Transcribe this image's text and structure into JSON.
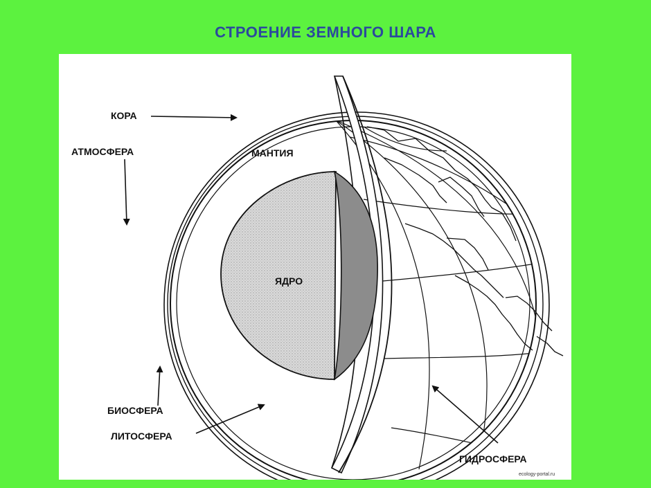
{
  "title": "СТРОЕНИЕ  ЗЕМНОГО ШАРА",
  "labels": {
    "crust": "КОРА",
    "atmosphere": "АТМОСФЕРА",
    "mantle": "МАНТИЯ",
    "core": "ЯДРО",
    "biosphere": "БИОСФЕРА",
    "lithosphere": "ЛИТОСФЕРА",
    "hydrosphere": "ГИДРОСФЕРА"
  },
  "watermark": "ecology-portal.ru",
  "colors": {
    "background": "#5cf23f",
    "title": "#2b4a9c",
    "core_light": "#d6d6d6",
    "core_dark": "#8c8c8c"
  }
}
